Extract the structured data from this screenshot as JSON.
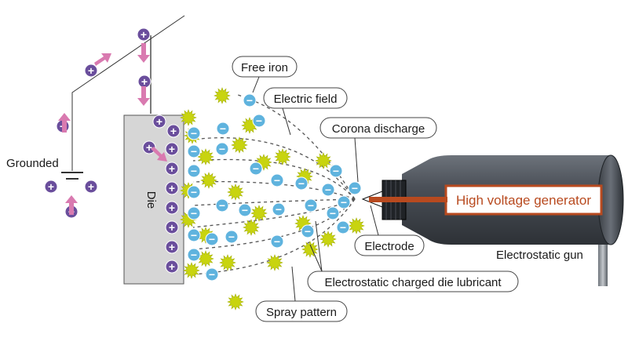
{
  "labels": {
    "free_iron": "Free iron",
    "electric_field": "Electric field",
    "corona_discharge": "Corona discharge",
    "grounded": "Grounded",
    "die": "Die",
    "high_voltage_generator": "High voltage generator",
    "electrode": "Electrode",
    "electrostatic_gun": "Electrostatic gun",
    "lubricant": "Electrostatic charged die lubricant",
    "spray_pattern": "Spray pattern"
  },
  "symbols": {
    "positive": "+",
    "negative": "−"
  },
  "colors": {
    "positive_charge": "#6a4e9c",
    "negative_charge": "#5fb3de",
    "lubricant_particle": "#c8d40f",
    "arrow": "#d97ab0",
    "gun_body": "#4a4f56",
    "generator_frame": "#b84a1f",
    "die_fill": "#d4d4d4"
  }
}
